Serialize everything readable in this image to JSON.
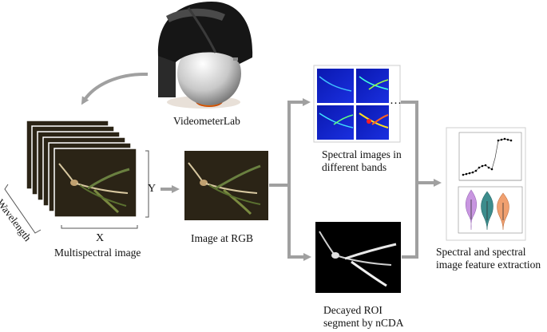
{
  "labels": {
    "device": "VideometerLab",
    "multispectral": "Multispectral image",
    "wavelength": "Wavelength",
    "x_axis": "X",
    "y_axis": "Y",
    "rgb": "Image at RGB",
    "spectral_line1": "Spectral images in",
    "spectral_line2": "different bands",
    "ellipsis": "…",
    "roi_line1": "Decayed ROI",
    "roi_line2": "segment by nCDA",
    "feature_line1": "Spectral and spectral",
    "feature_line2": "image feature extraction"
  },
  "colors": {
    "arrow": "#a0a0a0",
    "image_bg": "#2b2416",
    "spectral_bg": "#1020c8",
    "roi_bg": "#000000",
    "violin_1": "#c896e0",
    "violin_2": "#3c8c8c",
    "violin_3": "#f0a070"
  }
}
